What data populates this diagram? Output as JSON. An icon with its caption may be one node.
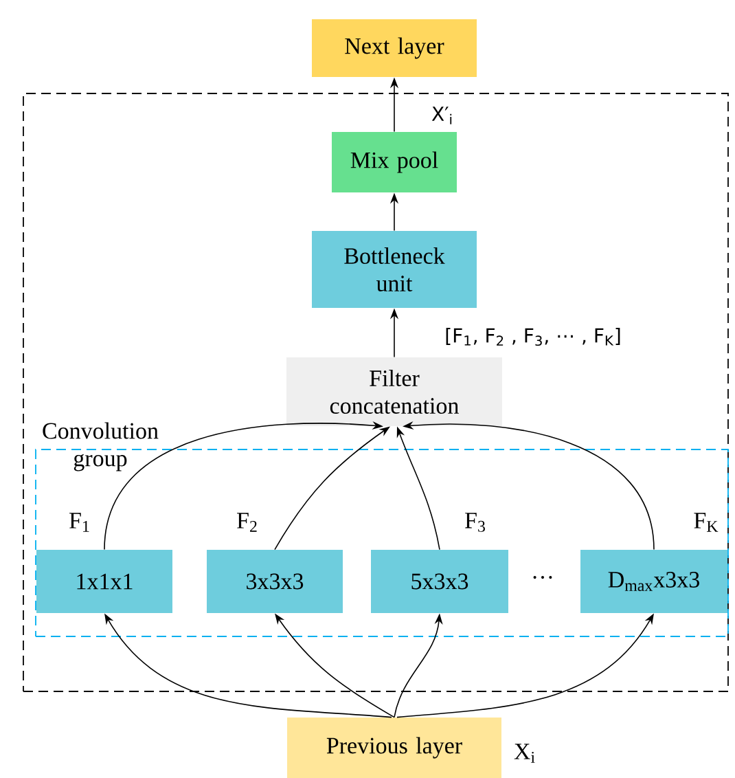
{
  "diagram": {
    "nodes": [
      {
        "text": [
          "Next layer"
        ]
      },
      {
        "text": [],
        "shape": "box"
      },
      {
        "text": [
          "Mix pool"
        ],
        "in": 1
      },
      {
        "text": [
          "Bottleneck unit"
        ],
        "in": 1
      },
      {
        "text": [
          "Filter concatenation"
        ],
        "in": 1
      },
      {
        "text": [
          "Convolution group"
        ],
        "in": 1
      },
      {
        "text": [
          "1x1x1"
        ],
        "in": 5,
        "beside": [
          "F$_{1}$"
        ]
      },
      {
        "text": [
          "3x3x3"
        ],
        "in": 5,
        "beside": [
          "F$_{2}$"
        ]
      },
      {
        "text": [
          "5x3x3"
        ],
        "in": 5,
        "beside": [
          "F$_{3}$"
        ]
      },
      {
        "text": [
          "D$_{max}$x3x3"
        ],
        "in": 5,
        "beside": [
          "F$_{K}$"
        ]
      },
      {
        "text": [
          "Previous layer"
        ],
        "beside": [
          "X$_{i}$"
        ]
      }
    ],
    "edges": [
      {
        "from": 10,
        "to": 6,
        "arrow": "to"
      },
      {
        "from": 10,
        "to": 7,
        "arrow": "to"
      },
      {
        "from": 10,
        "to": 8,
        "arrow": "to"
      },
      {
        "from": 10,
        "to": 9,
        "arrow": "to"
      },
      {
        "from": 6,
        "to": 4,
        "arrow": "to"
      },
      {
        "from": 7,
        "to": 4,
        "arrow": "to"
      },
      {
        "from": 8,
        "to": 4,
        "arrow": "to"
      },
      {
        "from": 9,
        "to": 4,
        "arrow": "to"
      },
      {
        "from": 4,
        "to": 3,
        "arrow": "to",
        "label": "[F$_{1}$, F$_{2}$ , F$_{3}$, ⋯ , F$_{K}$]"
      },
      {
        "from": 3,
        "to": 2,
        "arrow": "to"
      },
      {
        "from": 2,
        "to": 0,
        "arrow": "to",
        "label": "X′$_{i}$"
      }
    ],
    "labels": [
      "…"
    ]
  }
}
